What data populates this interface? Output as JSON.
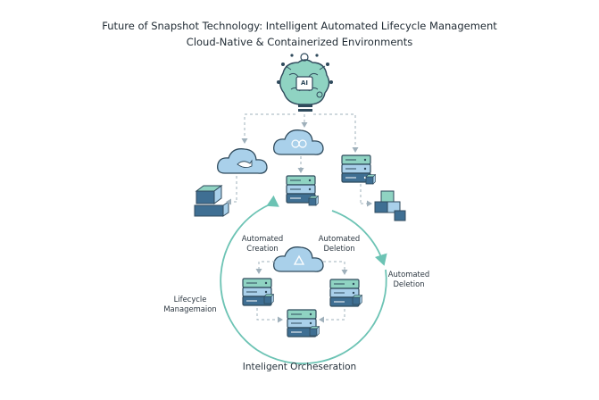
{
  "title": "Future of Snapshot Technology: Intelligent Automated Lifecycle Management",
  "subtitle": "Cloud-Native & Containerized Environments",
  "brain_chip_label": "AI",
  "labels": {
    "automated_creation": [
      "Automated",
      "Creation"
    ],
    "automated_deletion_inner": [
      "Automated",
      "Deletion"
    ],
    "automated_deletion_outer": [
      "Automated",
      "Deletion"
    ],
    "lifecycle_management": [
      "Lifecycle",
      "Managemaion"
    ],
    "bottom": "Inteligent Orcheseration"
  },
  "colors": {
    "dark_outline": "#2f4a5c",
    "blue_fill": "#a9d0ea",
    "teal_fill": "#8fd3c2",
    "navy_fill": "#3f6f93",
    "arrow_teal": "#6cc3b4",
    "dash_gray": "#9fb0bb"
  },
  "icons": {
    "top": "ai-brain-icon",
    "clouds": [
      "container-whale-cloud-icon",
      "helix-cloud-icon",
      "recycle-cloud-icon"
    ],
    "servers": [
      "server-stack-icon"
    ],
    "containers": [
      "container-blocks-icon"
    ]
  }
}
